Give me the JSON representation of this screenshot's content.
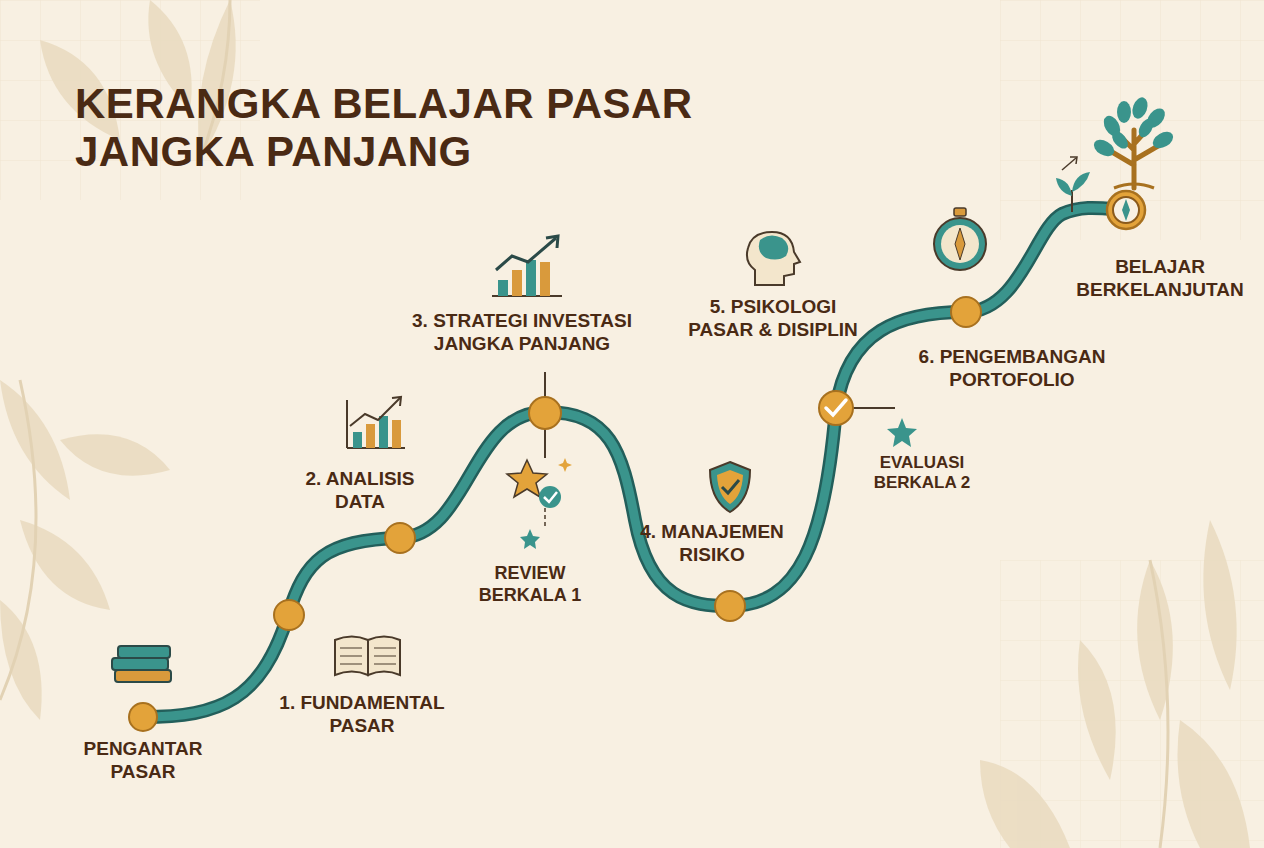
{
  "diagram": {
    "title": "KERANGKA BELAJAR PASAR JANGKA PANJANG",
    "labels": [
      "PENGANTAR PASAR",
      "1. FUNDAMENTAL PASAR",
      "2. ANALISIS DATA",
      "3. STRATEGI INVESTASI JANGKA PANJANG",
      "REVIEW BERKALA 1",
      "4. MANAJEMEN RISIKO",
      "5. PSIKOLOGI PASAR & DISIPLIN",
      "6. PENGEMBANGAN PORTOFOLIO",
      "EVALUASI BERKALA 2",
      "BELAJAR BERKELANJUTAN"
    ]
  }
}
